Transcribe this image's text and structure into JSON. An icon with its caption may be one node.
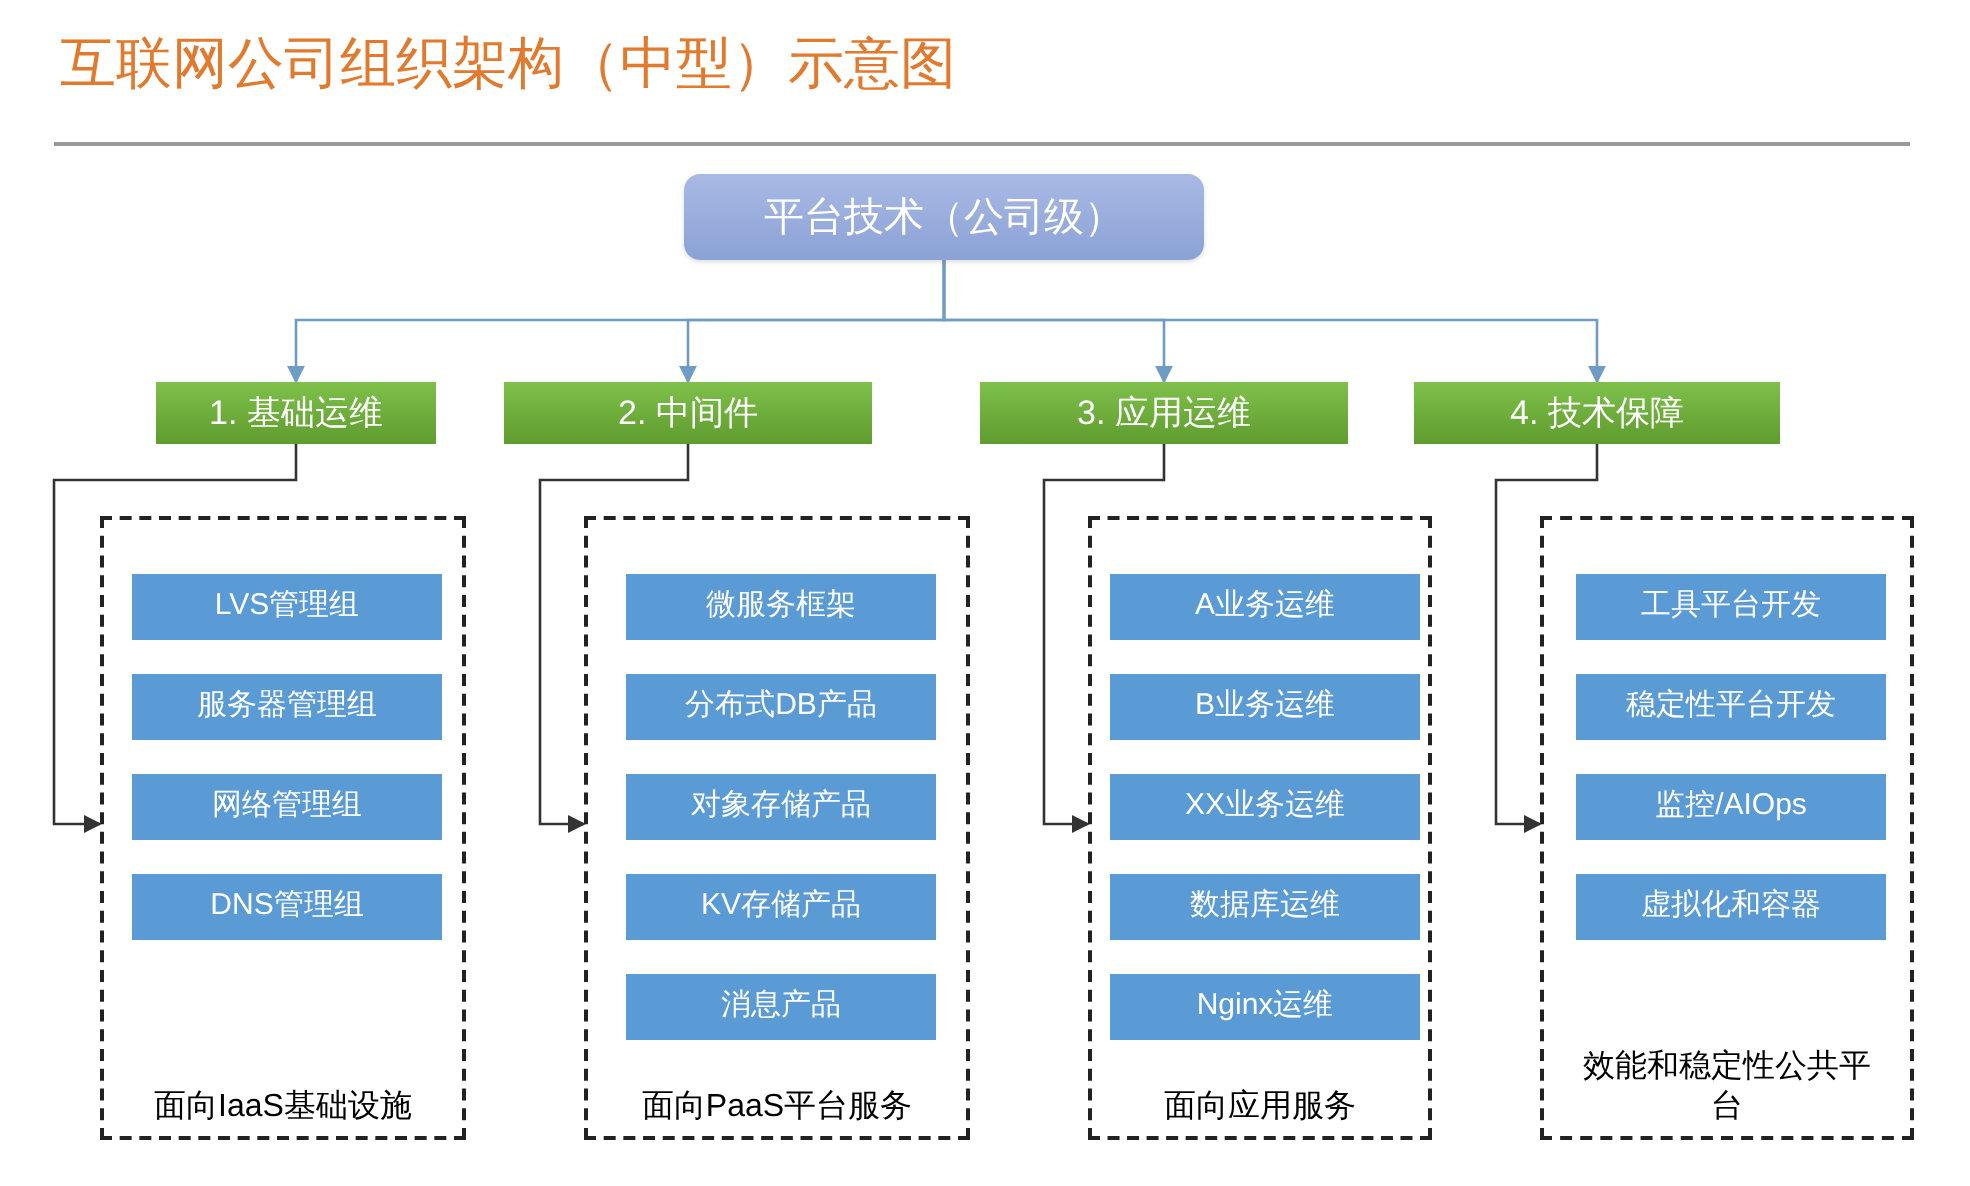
{
  "diagram": {
    "title": "互联网公司组织架构（中型）示意图",
    "nodes": [
      {
        "text": [
          "平台技术（公司级）"
        ]
      },
      {
        "text": [
          "1. 基础运维"
        ]
      },
      {
        "text": [
          "2. 中间件"
        ]
      },
      {
        "text": [
          "3. 应用运维"
        ]
      },
      {
        "text": [
          "4. 技术保障"
        ]
      },
      {
        "text": [
          "面向IaaS基础设施"
        ]
      },
      {
        "text": [
          "LVS管理组"
        ],
        "in": 5
      },
      {
        "text": [
          "服务器管理组"
        ],
        "in": 5
      },
      {
        "text": [
          "网络管理组"
        ],
        "in": 5
      },
      {
        "text": [
          "DNS管理组"
        ],
        "in": 5
      },
      {
        "text": [
          "面向PaaS平台服务"
        ]
      },
      {
        "text": [
          "微服务框架"
        ],
        "in": 10
      },
      {
        "text": [
          "分布式DB产品"
        ],
        "in": 10
      },
      {
        "text": [
          "对象存储产品"
        ],
        "in": 10
      },
      {
        "text": [
          "KV存储产品"
        ],
        "in": 10
      },
      {
        "text": [
          "消息产品"
        ],
        "in": 10
      },
      {
        "text": [
          "面向应用服务"
        ]
      },
      {
        "text": [
          "A业务运维"
        ],
        "in": 16
      },
      {
        "text": [
          "B业务运维"
        ],
        "in": 16
      },
      {
        "text": [
          "XX业务运维"
        ],
        "in": 16
      },
      {
        "text": [
          "数据库运维"
        ],
        "in": 16
      },
      {
        "text": [
          "Nginx运维"
        ],
        "in": 16
      },
      {
        "text": [
          "效能和稳定性公共平台"
        ]
      },
      {
        "text": [
          "工具平台开发"
        ],
        "in": 22
      },
      {
        "text": [
          "稳定性平台开发"
        ],
        "in": 22
      },
      {
        "text": [
          "监控/AIOps"
        ],
        "in": 22
      },
      {
        "text": [
          "虚拟化和容器"
        ],
        "in": 22
      }
    ],
    "edges": [
      {
        "from": 0,
        "to": 1,
        "arrow": "to",
        "color": "#6f9cc4"
      },
      {
        "from": 0,
        "to": 2,
        "arrow": "to",
        "color": "#6f9cc4"
      },
      {
        "from": 0,
        "to": 3,
        "arrow": "to",
        "color": "#6f9cc4"
      },
      {
        "from": 0,
        "to": 4,
        "arrow": "to",
        "color": "#6f9cc4"
      },
      {
        "from": 1,
        "to": 5,
        "arrow": "to",
        "color": "#333333"
      },
      {
        "from": 2,
        "to": 10,
        "arrow": "to",
        "color": "#333333"
      },
      {
        "from": 3,
        "to": 16,
        "arrow": "to",
        "color": "#333333"
      },
      {
        "from": 4,
        "to": 22,
        "arrow": "to",
        "color": "#333333"
      }
    ]
  }
}
